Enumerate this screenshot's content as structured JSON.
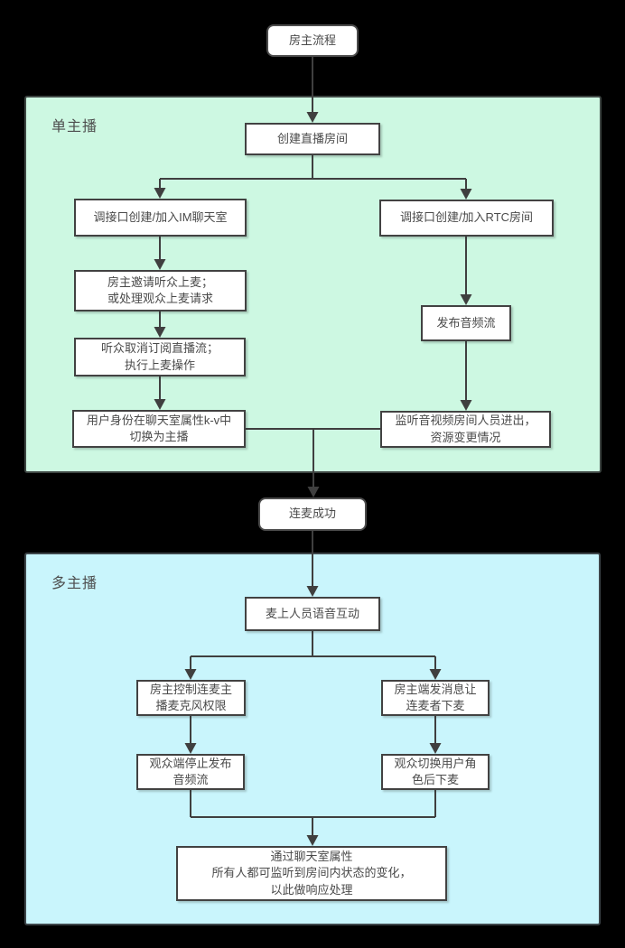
{
  "flowchart": {
    "regions": {
      "single": {
        "label": "单主播",
        "color": "#cdf8e2"
      },
      "multi": {
        "label": "多主播",
        "color": "#c9f5fc"
      }
    },
    "colors": {
      "background": "#000000",
      "node_fill": "#ffffff",
      "node_border": "#424242",
      "line": "#3f3f3f",
      "text": "#4a4a4a"
    },
    "nodes": {
      "owner_flow": {
        "label": "房主流程"
      },
      "create_room": {
        "label": "创建直播房间"
      },
      "join_im": {
        "label": "调接口创建/加入IM聊天室"
      },
      "invite": {
        "label": "房主邀请听众上麦；\n或处理观众上麦请求"
      },
      "unsubscribe": {
        "label": "听众取消订阅直播流；\n执行上麦操作"
      },
      "switch_role": {
        "label": "用户身份在聊天室属性k-v中\n切换为主播"
      },
      "join_rtc": {
        "label": "调接口创建/加入RTC房间"
      },
      "publish_audio": {
        "label": "发布音频流"
      },
      "monitor": {
        "label": "监听音视频房间人员进出，\n资源变更情况"
      },
      "mic_success": {
        "label": "连麦成功"
      },
      "voice_interact": {
        "label": "麦上人员语音互动"
      },
      "control_mic": {
        "label": "房主控制连麦主\n播麦克风权限"
      },
      "send_msg": {
        "label": "房主端发消息让\n连麦者下麦"
      },
      "stop_publish": {
        "label": "观众端停止发布\n音频流"
      },
      "switch_down": {
        "label": "观众切换用户角\n色后下麦"
      },
      "chatroom_attr": {
        "label": "通过聊天室属性\n所有人都可监听到房间内状态的变化，\n以此做响应处理"
      }
    },
    "edges": [
      {
        "from": "owner_flow",
        "to": "create_room"
      },
      {
        "from": "create_room",
        "to": "join_im"
      },
      {
        "from": "create_room",
        "to": "join_rtc"
      },
      {
        "from": "join_im",
        "to": "invite"
      },
      {
        "from": "invite",
        "to": "unsubscribe"
      },
      {
        "from": "unsubscribe",
        "to": "switch_role"
      },
      {
        "from": "join_rtc",
        "to": "publish_audio"
      },
      {
        "from": "publish_audio",
        "to": "monitor"
      },
      {
        "from": "switch_role",
        "to": "mic_success"
      },
      {
        "from": "monitor",
        "to": "mic_success"
      },
      {
        "from": "mic_success",
        "to": "voice_interact"
      },
      {
        "from": "voice_interact",
        "to": "control_mic"
      },
      {
        "from": "voice_interact",
        "to": "send_msg"
      },
      {
        "from": "control_mic",
        "to": "stop_publish"
      },
      {
        "from": "send_msg",
        "to": "switch_down"
      },
      {
        "from": "stop_publish",
        "to": "chatroom_attr"
      },
      {
        "from": "switch_down",
        "to": "chatroom_attr"
      }
    ]
  }
}
